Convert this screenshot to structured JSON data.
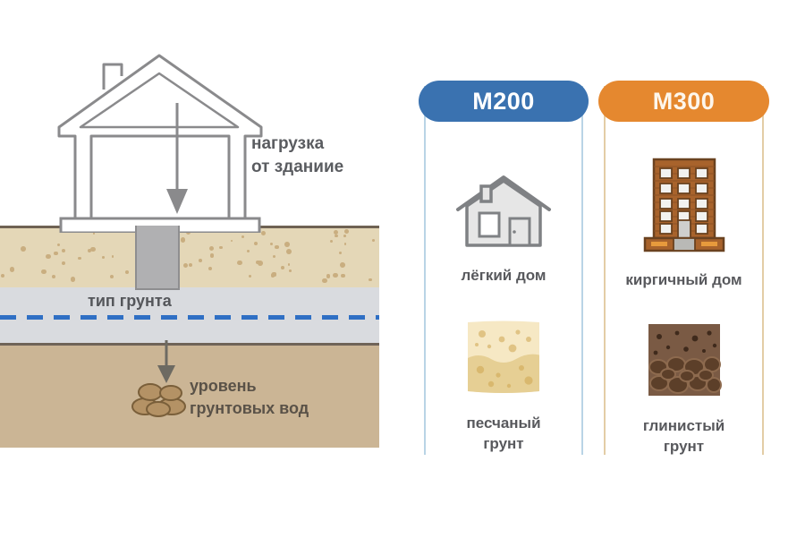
{
  "diagram": {
    "load_label": "нагрузка\nот зданиие",
    "soil_type_label": "тип грунта",
    "groundwater_label": "уровень\nгрунтовых вод",
    "layers": [
      {
        "name": "sand-layer",
        "color": "#e4d7b7"
      },
      {
        "name": "gray-layer",
        "color": "#d9dbdf"
      },
      {
        "name": "clay-layer",
        "color": "#cbb595"
      }
    ],
    "groundwater_line_color": "#2f6fc4"
  },
  "cards": [
    {
      "id": "m200",
      "title": "M200",
      "accent": "#3a72b0",
      "border": "#b9d4e6",
      "building_icon": "light-house-icon",
      "building_label": "лёгкий дом",
      "soil_icon": "sandy-soil-icon",
      "soil_label": "песчаный\nгрунт"
    },
    {
      "id": "m300",
      "title": "M300",
      "accent": "#e5882f",
      "border": "#e3cda6",
      "building_icon": "brick-apartment-icon",
      "building_label": "киргичный дом",
      "soil_icon": "clay-soil-icon",
      "soil_label": "глинистый\nгрунт"
    }
  ]
}
